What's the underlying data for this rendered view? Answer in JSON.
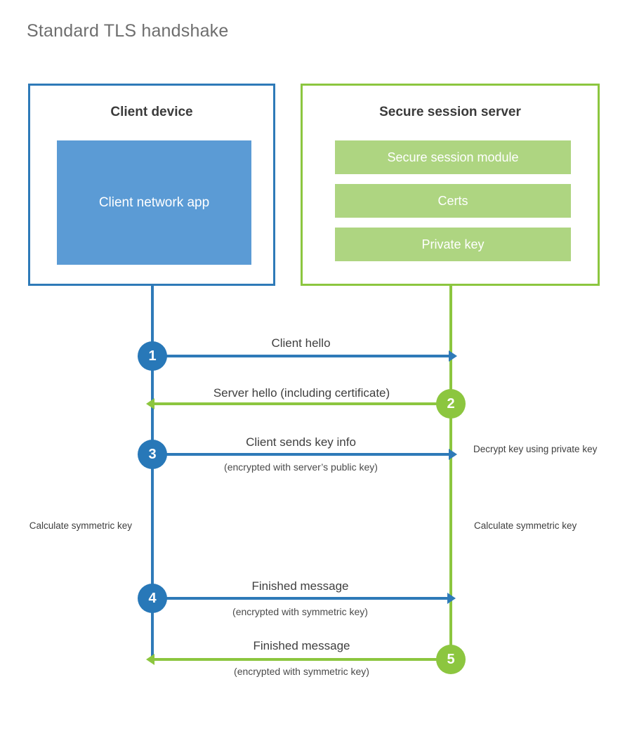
{
  "title": "Standard TLS handshake",
  "colors": {
    "client_blue_border": "#2e7ab8",
    "client_blue_fill": "#5b9bd5",
    "server_green_border": "#8cc63f",
    "server_green_fill": "#aed581",
    "step_blue": "#2878b8",
    "step_green": "#8cc63f",
    "title_gray": "#6e6e6e",
    "text_gray": "#3f3f3f",
    "background": "#ffffff"
  },
  "parties": {
    "client": {
      "title": "Client device",
      "block_label": "Client network app"
    },
    "server": {
      "title": "Secure session server",
      "bars": [
        "Secure session module",
        "Certs",
        "Private key"
      ]
    }
  },
  "steps": [
    {
      "number": "1",
      "label": "Client hello",
      "sub": "",
      "direction": "client-to-server",
      "color": "blue"
    },
    {
      "number": "2",
      "label": "Server hello (including certificate)",
      "sub": "",
      "direction": "server-to-client",
      "color": "green"
    },
    {
      "number": "3",
      "label": "Client sends key info",
      "sub": "(encrypted with server’s public key)",
      "direction": "client-to-server",
      "color": "blue"
    },
    {
      "number": "4",
      "label": "Finished message",
      "sub": "(encrypted with symmetric key)",
      "direction": "client-to-server",
      "color": "blue"
    },
    {
      "number": "5",
      "label": "Finished message",
      "sub": "(encrypted with symmetric key)",
      "direction": "server-to-client",
      "color": "green"
    }
  ],
  "annotations": {
    "decrypt_key": "Decrypt key using private key",
    "client_calculate": "Calculate symmetric key",
    "server_calculate": "Calculate symmetric key"
  }
}
